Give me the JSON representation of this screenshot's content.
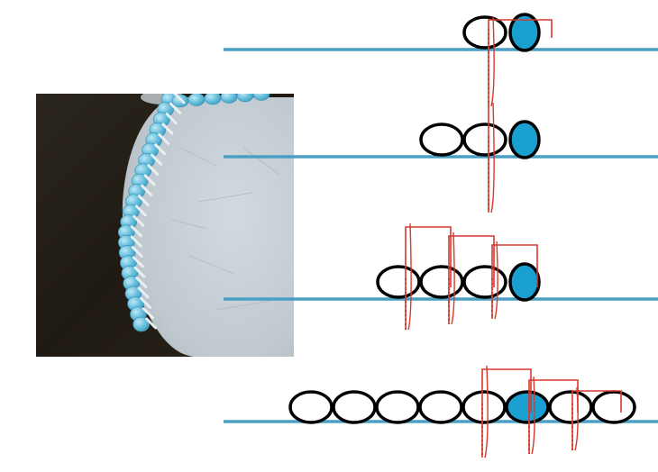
{
  "colors": {
    "background": "#ffffff",
    "baseline": "#4a9fc4",
    "bead_fill_highlight": "#1aa0d0",
    "bead_fill_plain": "#ffffff",
    "bead_stroke": "#000000",
    "thread": "#d63a2e",
    "photo_dark": "#231d15",
    "photo_leather": "#c3ccd2",
    "photo_beads": "#6fc0dd"
  },
  "photo": {
    "subject": "leather-edge-with-beaded-stitching"
  },
  "steps": [
    {
      "id": "step-1",
      "beads": [
        "plain",
        "highlight"
      ],
      "thread_passes": 1
    },
    {
      "id": "step-2",
      "beads": [
        "plain",
        "plain",
        "highlight"
      ],
      "thread_passes": 1
    },
    {
      "id": "step-3",
      "beads": [
        "plain",
        "plain",
        "plain",
        "highlight"
      ],
      "thread_passes": 3
    },
    {
      "id": "step-4",
      "beads": [
        "plain",
        "plain",
        "plain",
        "plain",
        "plain",
        "highlight",
        "plain",
        "plain"
      ],
      "thread_passes": 3
    }
  ]
}
